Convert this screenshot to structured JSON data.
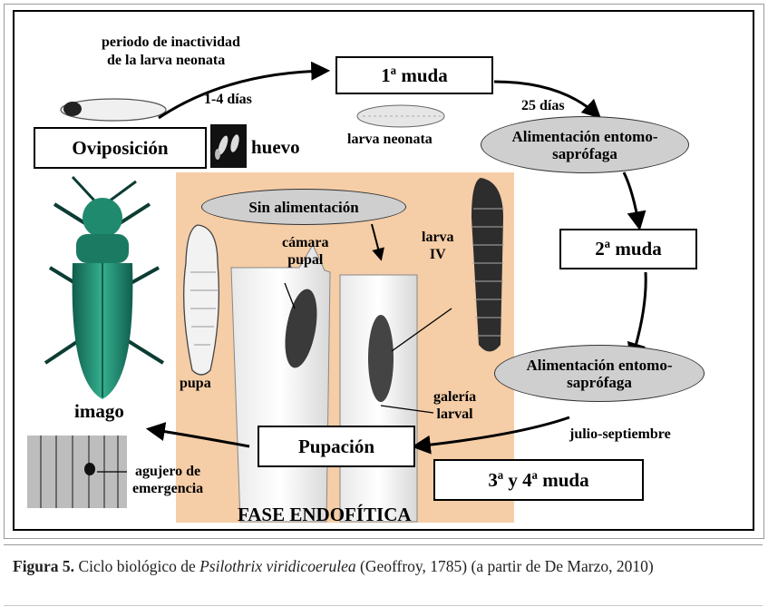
{
  "diagram": {
    "nodes": {
      "first_molt": "1ª muda",
      "oviposition": "Oviposición",
      "feeding_1": "Alimentación entomo-saprófaga",
      "second_molt": "2ª muda",
      "feeding_2": "Alimentación entomo-saprófaga",
      "third_fourth_molt": "3ª y 4ª muda",
      "pupation": "Pupación",
      "no_feeding": "Sin alimentación"
    },
    "labels": {
      "inactivity_line1": "periodo de inactividad",
      "inactivity_line2": "de la larva neonata",
      "days_1_4": "1-4 días",
      "days_25": "25 días",
      "egg": "huevo",
      "neonate_larva": "larva neonata",
      "pupal_chamber_line1": "cámara",
      "pupal_chamber_line2": "pupal",
      "larva_iv_line1": "larva",
      "larva_iv_line2": "IV",
      "pupa": "pupa",
      "larval_gallery_line1": "galería",
      "larval_gallery_line2": "larval",
      "imago": "imago",
      "july_september": "julio-septiembre",
      "emergence_hole_line1": "agujero de",
      "emergence_hole_line2": "emergencia",
      "endophytic_phase": "FASE ENDOFÍTICA"
    }
  },
  "caption": {
    "label": "Figura 5.",
    "text_before": " Ciclo biológico de ",
    "species": "Psilothrix viridicoerulea",
    "text_after": " (Geoffroy, 1785) (a partir de De Marzo, 2010)"
  },
  "colors": {
    "endophytic_background": "#f5cda6",
    "oval_fill": "#cfcfcf",
    "beetle": "#1f8a6e"
  }
}
